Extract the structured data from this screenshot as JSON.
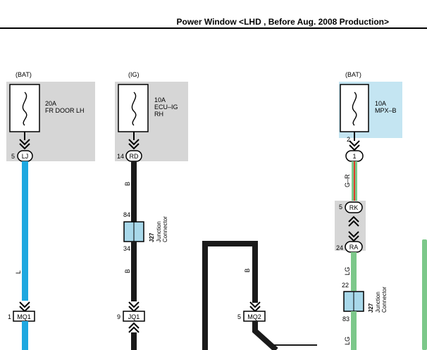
{
  "title": "Power Window <LHD , Before Aug. 2008 Production>",
  "colors": {
    "light_blue": "#1ea8e0",
    "black": "#1a1a1a",
    "green": "#7cc88a",
    "red": "#e03a2a",
    "box_gray": "#d6d6d6",
    "box_blue": "#c4e5f2",
    "connector_fill": "#a8d8ea"
  },
  "fuses": [
    {
      "source": "(BAT)",
      "rating": "20A",
      "name": "FR DOOR LH"
    },
    {
      "source": "(IG)",
      "rating": "10A",
      "name_line1": "ECU–IG",
      "name_line2": "RH"
    },
    {
      "source": "(BAT)",
      "rating": "10A",
      "name": "MPX–B"
    }
  ],
  "terminals": {
    "lj": {
      "pin": "5",
      "code": "LJ"
    },
    "rd": {
      "pin": "14",
      "code": "RD"
    },
    "one": {
      "pin": "2",
      "code": "1"
    },
    "rk": {
      "pin": "5",
      "code": "RK"
    },
    "ra": {
      "pin": "24",
      "code": "RA"
    },
    "mq1": {
      "pin": "1",
      "code": "MQ1"
    },
    "jq1": {
      "pin": "9",
      "code": "JQ1"
    },
    "mq2": {
      "pin": "5",
      "code": "MQ2"
    }
  },
  "junctions": [
    {
      "id": "J27",
      "label_line1": "Junction",
      "label_line2": "Connector",
      "pin_top": "84",
      "pin_bottom": "34"
    },
    {
      "id": "J27",
      "label_line1": "Junction",
      "label_line2": "Connector",
      "pin_top": "22",
      "pin_bottom": "83"
    }
  ],
  "wire_colors": {
    "l": "L",
    "b_upper": "B",
    "b_lower": "B",
    "b_mid": "B",
    "gr": "G–R",
    "lg_upper": "LG",
    "lg_lower": "LG"
  }
}
